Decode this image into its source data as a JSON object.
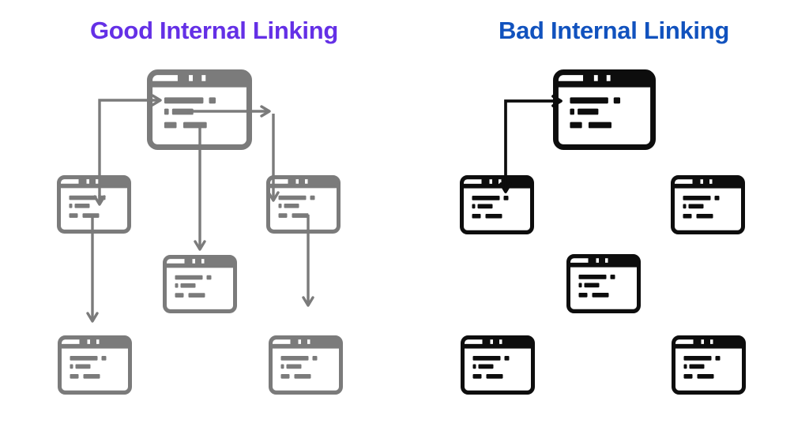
{
  "panels": {
    "good": {
      "title": "Good Internal Linking",
      "title_color": "#6430e6",
      "diagram_color": "#7b7b7b",
      "icon": "browser-window-icon",
      "pages": [
        "home-page",
        "sub-page-left",
        "sub-page-right",
        "sub-page-center",
        "leaf-page-left",
        "leaf-page-right"
      ],
      "links": [
        {
          "from": "sub-page-left",
          "to": "home-page",
          "bidirectional": true
        },
        {
          "from": "home-page",
          "to": "sub-page-right",
          "bidirectional": false
        },
        {
          "from": "home-page",
          "to": "sub-page-center",
          "bidirectional": false
        },
        {
          "from": "sub-page-left",
          "to": "leaf-page-left",
          "bidirectional": false
        },
        {
          "from": "sub-page-right",
          "to": "leaf-page-right",
          "bidirectional": false
        }
      ]
    },
    "bad": {
      "title": "Bad Internal Linking",
      "title_color": "#1152be",
      "diagram_color": "#0d0d0d",
      "icon": "browser-window-icon",
      "pages": [
        "home-page",
        "sub-page-left",
        "sub-page-right",
        "sub-page-center",
        "leaf-page-left",
        "leaf-page-right"
      ],
      "links": [
        {
          "from": "sub-page-left",
          "to": "home-page",
          "bidirectional": true
        }
      ]
    }
  }
}
